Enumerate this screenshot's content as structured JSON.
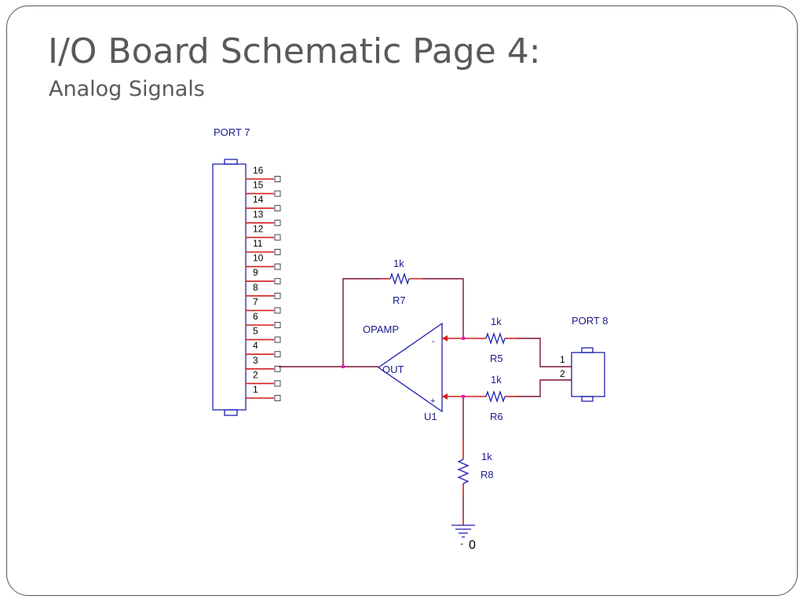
{
  "slide": {
    "title": "I/O Board Schematic Page 4:",
    "subtitle": "Analog Signals"
  },
  "schematic": {
    "port7": {
      "name": "PORT 7",
      "pins": [
        "16",
        "15",
        "14",
        "13",
        "12",
        "11",
        "10",
        "9",
        "8",
        "7",
        "6",
        "5",
        "4",
        "3",
        "2",
        "1"
      ]
    },
    "port8": {
      "name": "PORT 8",
      "pins": [
        "1",
        "2"
      ]
    },
    "opamp": {
      "type_label": "OPAMP",
      "ref": "U1",
      "out_label": "OUT",
      "minus_label": "-",
      "plus_label": "+"
    },
    "resistors": [
      {
        "ref": "R7",
        "value": "1k"
      },
      {
        "ref": "R5",
        "value": "1k"
      },
      {
        "ref": "R6",
        "value": "1k"
      },
      {
        "ref": "R8",
        "value": "1k"
      }
    ],
    "ground": {
      "label": "0"
    },
    "colors": {
      "component": "#1f1fb4",
      "pin_stub": "#d21f1f",
      "wire": "#7a1030",
      "junction": "#e020c0"
    }
  }
}
